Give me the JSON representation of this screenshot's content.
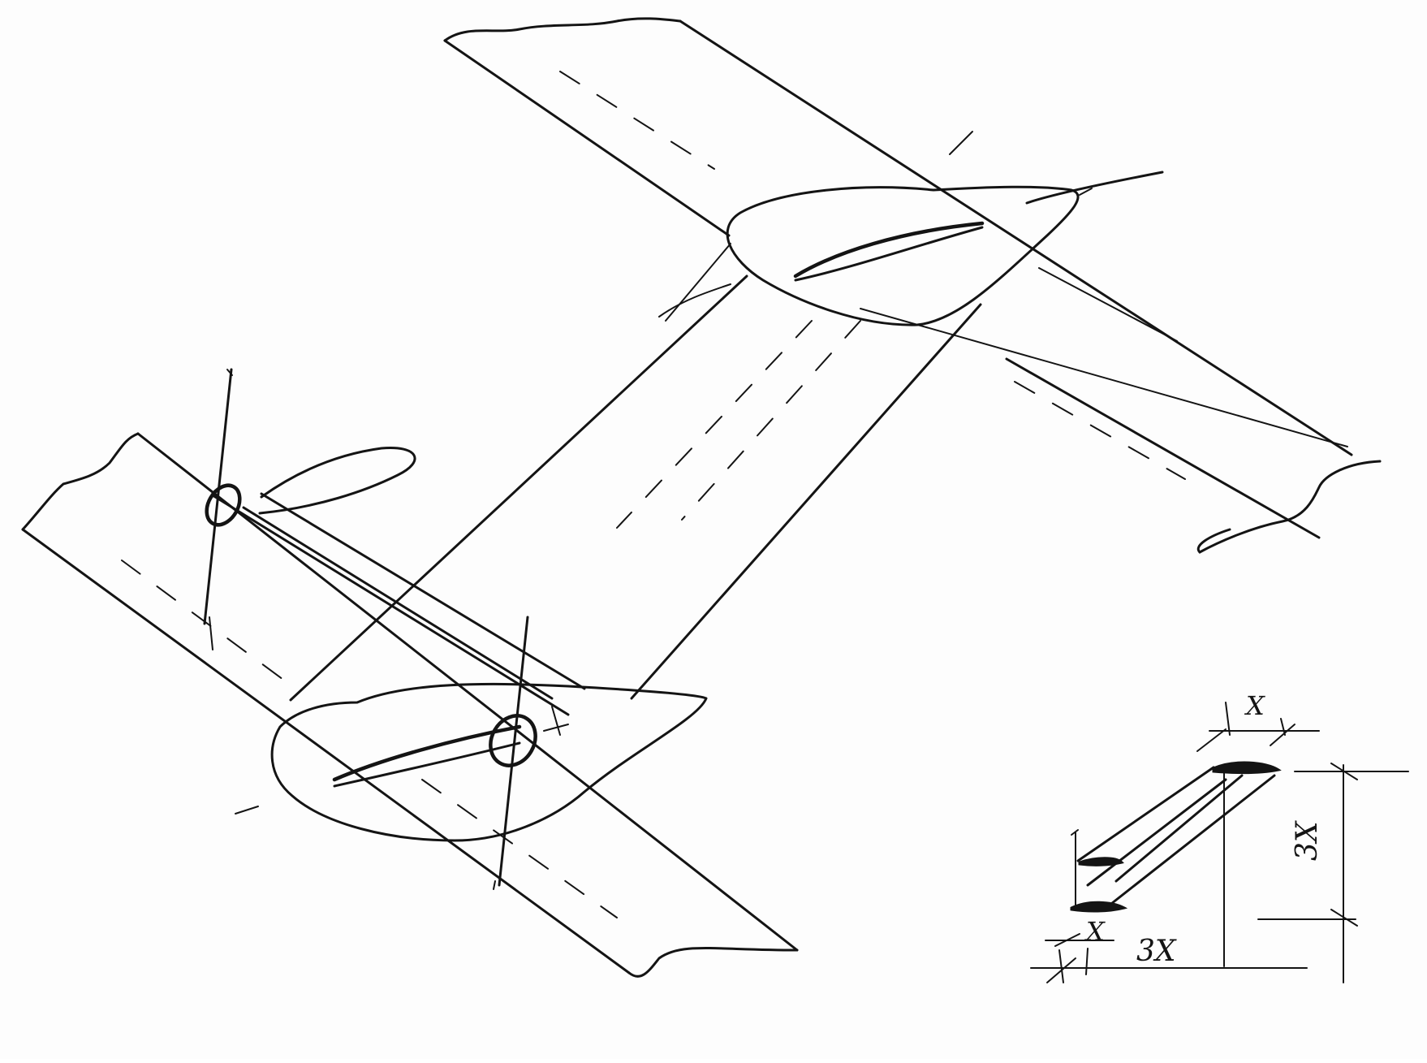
{
  "sheet": {
    "background": "#ffffff",
    "ink_color": "#141414"
  },
  "detail_inset": {
    "label_top": "X",
    "label_bottom_left": "X",
    "label_bottom_right": "3X",
    "label_right": "3X"
  }
}
